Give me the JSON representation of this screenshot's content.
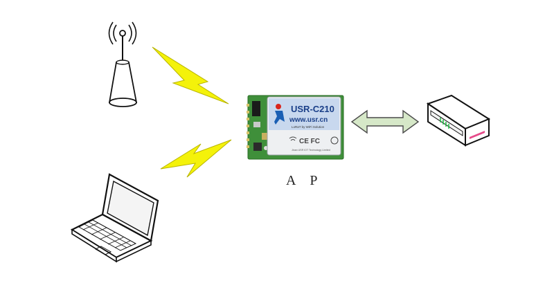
{
  "module": {
    "model": "USR-C210",
    "website": "www.usr.cn",
    "tagline": "LoRaT by WiFi Solution",
    "cert_marks": "CE FC",
    "footer": "Jinan USR IOT Technology Limited"
  },
  "ap_label": "A P",
  "colors": {
    "lightning": "#f4f20a",
    "pcb_green": "#3f8f3a",
    "arrow_fill": "#d6e8c8",
    "device_accent": "#e64b8a",
    "device_led": "#27c24b"
  },
  "icons": [
    "antenna-icon",
    "laptop-icon",
    "lightning-icon",
    "wifi-module-icon",
    "double-arrow-icon",
    "router-icon"
  ]
}
